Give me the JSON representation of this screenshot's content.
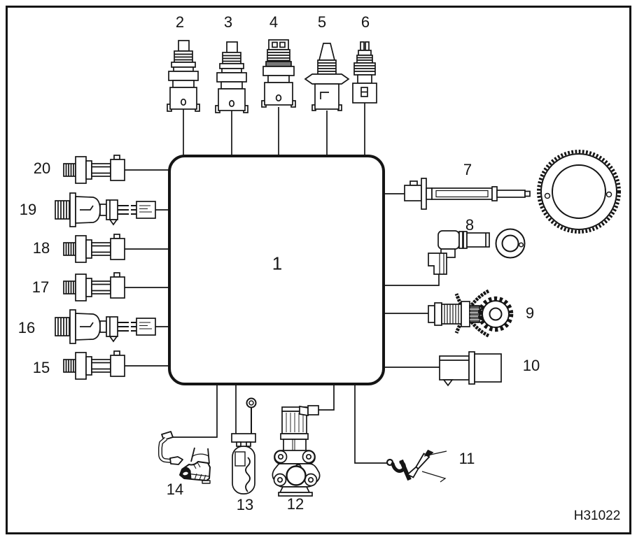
{
  "diagram": {
    "figure_code": "H31022",
    "labels": {
      "l1": "1",
      "l2": "2",
      "l3": "3",
      "l4": "4",
      "l5": "5",
      "l6": "6",
      "l7": "7",
      "l8": "8",
      "l9": "9",
      "l10": "10",
      "l11": "11",
      "l12": "12",
      "l13": "13",
      "l14": "14",
      "l15": "15",
      "l16": "16",
      "l17": "17",
      "l18": "18",
      "l19": "19",
      "l20": "20"
    }
  }
}
